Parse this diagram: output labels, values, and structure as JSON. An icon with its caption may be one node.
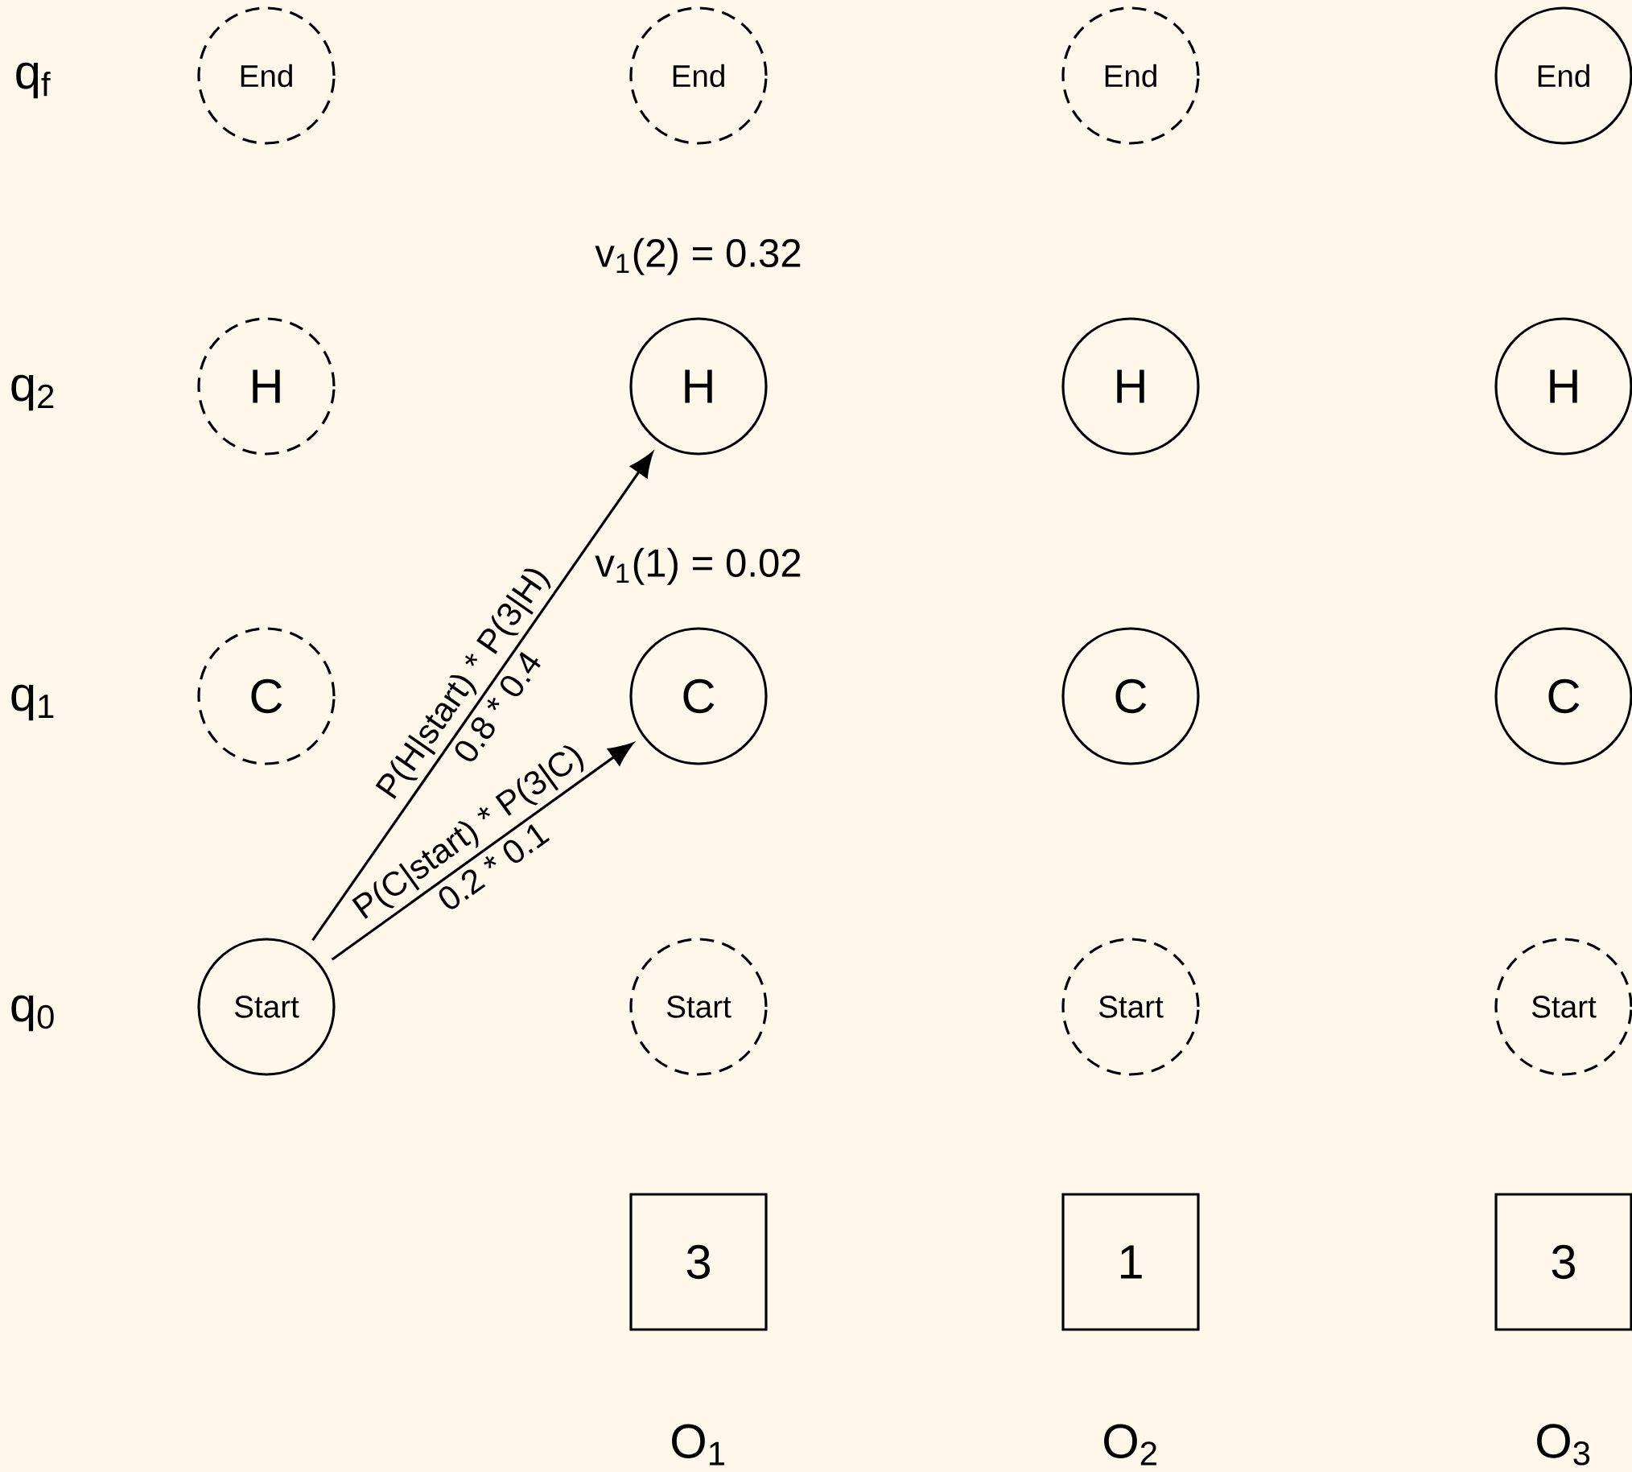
{
  "diagram": {
    "nodes": [
      {
        "text": [
          "End"
        ]
      },
      {
        "text": [
          "End"
        ]
      },
      {
        "text": [
          "End"
        ]
      },
      {
        "text": [
          "End"
        ]
      },
      {
        "text": [
          "H"
        ]
      },
      {
        "text": [
          "H"
        ],
        "beside": [
          "v$_{1}$(2) = 0.32"
        ]
      },
      {
        "text": [
          "H"
        ]
      },
      {
        "text": [
          "H"
        ]
      },
      {
        "text": [
          "C"
        ]
      },
      {
        "text": [
          "C"
        ],
        "beside": [
          "v$_{1}$(1) = 0.02"
        ]
      },
      {
        "text": [
          "C"
        ]
      },
      {
        "text": [
          "C"
        ]
      },
      {
        "text": [
          "Start"
        ]
      },
      {
        "text": [
          "Start"
        ]
      },
      {
        "text": [
          "Start"
        ]
      },
      {
        "text": [
          "Start"
        ]
      },
      {
        "text": [
          "3"
        ]
      },
      {
        "text": [
          "1"
        ]
      },
      {
        "text": [
          "3"
        ]
      }
    ],
    "edges": [
      {
        "from": 12,
        "to": 5,
        "arrow": "to",
        "label": "P(H|start) * P(3|H)"
      },
      {
        "from": 12,
        "to": 9,
        "arrow": "to",
        "label": "P(C|start) * P(3|C)"
      }
    ],
    "labels": [
      "q$_{f}$",
      "q$_{2}$",
      "q$_{1}$",
      "q$_{0}$",
      "O$_{1}$",
      "O$_{2}$",
      "O$_{3}$",
      "0.8 * 0.4",
      "0.2 * 0.1"
    ]
  }
}
